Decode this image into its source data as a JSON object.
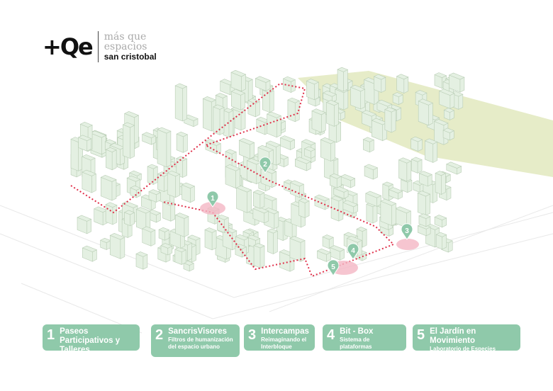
{
  "logo": {
    "mark": "+Qe",
    "line1": "más que",
    "line2": "espacios",
    "line3": "san cristobal"
  },
  "colors": {
    "card": "#8fc9aa",
    "route": "#e0304a",
    "building": "#e4f0e2",
    "park": "#e6ecc8",
    "highlight": "#f4b6c4"
  },
  "markers": [
    "1",
    "2",
    "3",
    "4",
    "5"
  ],
  "projects": [
    {
      "num": "1",
      "title": "Paseos Participativos y Talleres",
      "subtitle": ""
    },
    {
      "num": "2",
      "title": "SancrisVisores",
      "subtitle": "Filtros de humanización del espacio urbano"
    },
    {
      "num": "3",
      "title": "Intercampas",
      "subtitle": "Reimaginando el Interbloque"
    },
    {
      "num": "4",
      "title": "Bit - Box",
      "subtitle": "Sistema de plataformas modulares"
    },
    {
      "num": "5",
      "title": "El Jardín en Movimiento",
      "subtitle": "Laboratorio de Especies Interbloque"
    }
  ]
}
